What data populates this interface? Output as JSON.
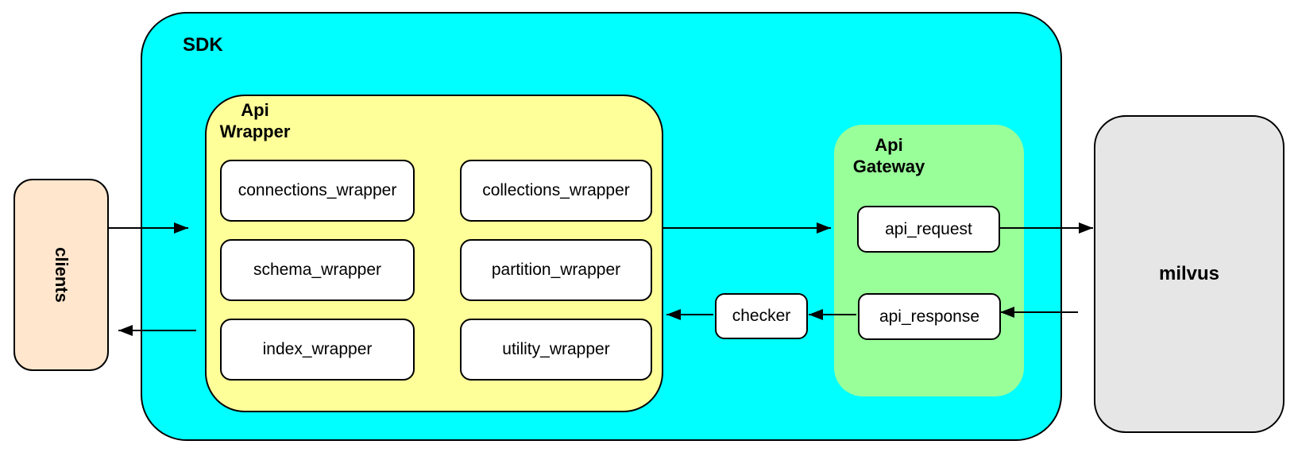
{
  "diagram": {
    "nodes": {
      "clients": {
        "label": "clients"
      },
      "sdk": {
        "label": "SDK"
      },
      "api_wrapper": {
        "label_line1": "Api",
        "label_line2": "Wrapper"
      },
      "wrappers": [
        {
          "label": "connections_wrapper"
        },
        {
          "label": "collections_wrapper"
        },
        {
          "label": "schema_wrapper"
        },
        {
          "label": "partition_wrapper"
        },
        {
          "label": "index_wrapper"
        },
        {
          "label": "utility_wrapper"
        }
      ],
      "api_gateway": {
        "label_line1": "Api",
        "label_line2": "Gateway"
      },
      "api_request": {
        "label": "api_request"
      },
      "api_response": {
        "label": "api_response"
      },
      "checker": {
        "label": "checker"
      },
      "milvus": {
        "label": "milvus"
      }
    },
    "edges": [
      {
        "from": "clients",
        "to": "sdk"
      },
      {
        "from": "api_wrapper",
        "to": "api_gateway"
      },
      {
        "from": "api_request",
        "to": "milvus"
      },
      {
        "from": "milvus",
        "to": "api_response"
      },
      {
        "from": "api_response",
        "to": "checker"
      },
      {
        "from": "checker",
        "to": "api_wrapper"
      },
      {
        "from": "api_wrapper",
        "to": "clients"
      }
    ],
    "colors": {
      "sdk_fill": "#00FFFF",
      "api_wrapper_fill": "#FFFF99",
      "api_gateway_fill": "#99FF99",
      "clients_fill": "#FFE6CC",
      "milvus_fill": "#E6E6E6",
      "module_fill": "#FFFFFF",
      "border": "#000000",
      "arrow": "#000000",
      "background": "#FFFFFF"
    }
  }
}
